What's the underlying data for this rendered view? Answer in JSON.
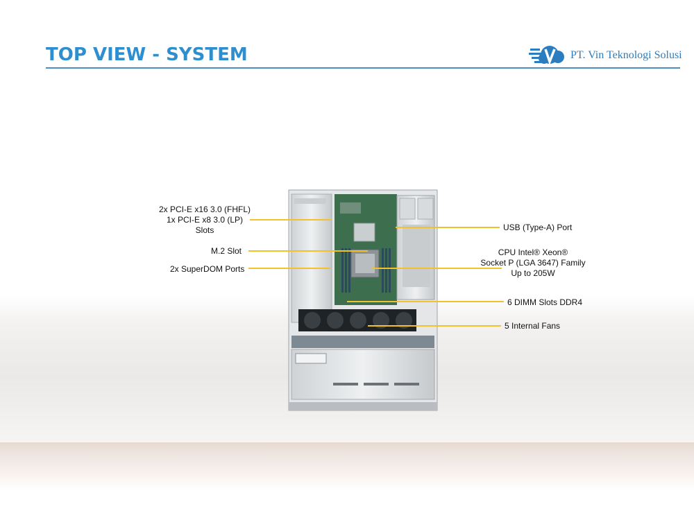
{
  "header": {
    "title": "TOP VIEW - SYSTEM",
    "logo_text": "PT. Vin Teknologi Solusi",
    "accent_color": "#2f8fce"
  },
  "callouts": {
    "pcie": [
      "2x PCI-E x16 3.0 (FHFL)",
      "1x PCI-E x8 3.0 (LP)",
      "Slots"
    ],
    "m2": "M.2 Slot",
    "superdom": "2x SuperDOM Ports",
    "usb": "USB (Type-A) Port",
    "cpu": [
      "CPU Intel® Xeon®",
      "Socket P (LGA 3647) Family",
      "Up to 205W"
    ],
    "dimm": "6 DIMM Slots DDR4",
    "fans": "5 Internal Fans",
    "leader_color": "#f2c12e"
  }
}
